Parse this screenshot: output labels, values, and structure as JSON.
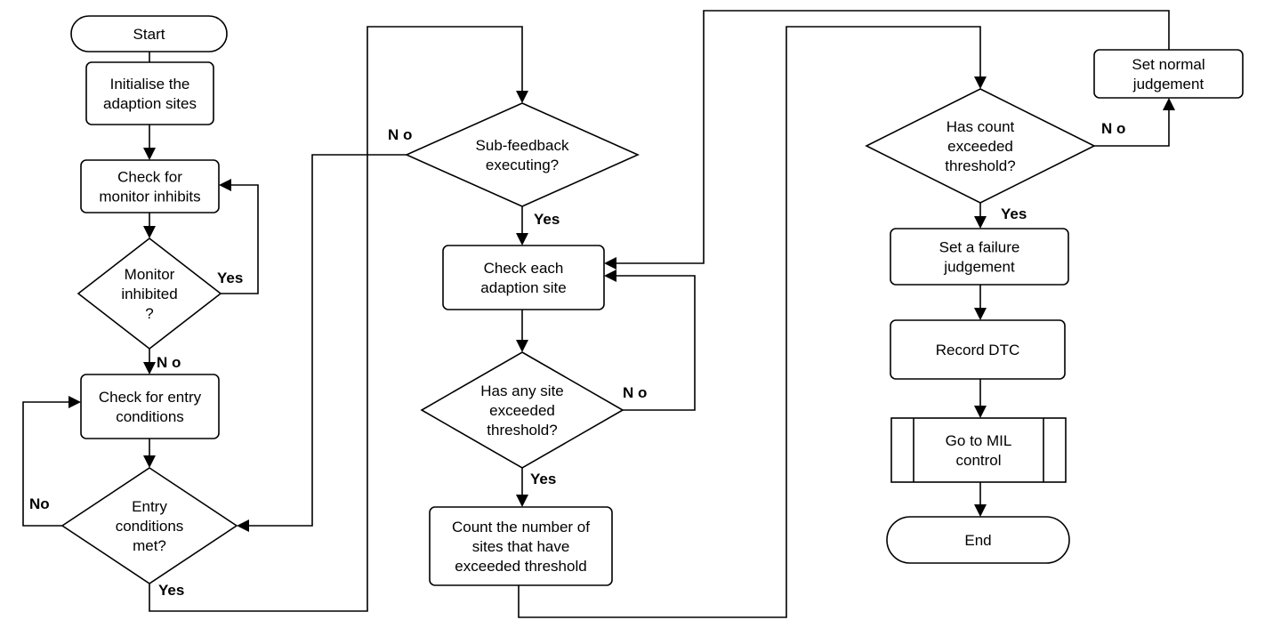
{
  "diagram": {
    "nodes": {
      "start": {
        "shape": "terminator",
        "lines": [
          "Start"
        ]
      },
      "init": {
        "shape": "process",
        "lines": [
          "Initialise the",
          "adaption sites"
        ]
      },
      "check_inhibits": {
        "shape": "process",
        "lines": [
          "Check for",
          "monitor inhibits"
        ]
      },
      "monitor_inhibited": {
        "shape": "decision",
        "lines": [
          "Monitor",
          "inhibited",
          "?"
        ]
      },
      "check_entry": {
        "shape": "process",
        "lines": [
          "Check for entry",
          "conditions"
        ]
      },
      "entry_met": {
        "shape": "decision",
        "lines": [
          "Entry",
          "conditions",
          "met?"
        ]
      },
      "sub_feedback": {
        "shape": "decision",
        "lines": [
          "Sub-feedback",
          "executing?"
        ]
      },
      "check_each_site": {
        "shape": "process",
        "lines": [
          "Check each",
          "adaption site"
        ]
      },
      "any_site_exceeded": {
        "shape": "decision",
        "lines": [
          "Has any site",
          "exceeded",
          "threshold?"
        ]
      },
      "count_sites": {
        "shape": "process",
        "lines": [
          "Count the number of",
          "sites that have",
          "exceeded threshold"
        ]
      },
      "count_exceeded": {
        "shape": "decision",
        "lines": [
          "Has count",
          "exceeded",
          "threshold?"
        ]
      },
      "set_normal": {
        "shape": "process",
        "lines": [
          "Set normal",
          "judgement"
        ]
      },
      "set_failure": {
        "shape": "process",
        "lines": [
          "Set a failure",
          "judgement"
        ]
      },
      "record_dtc": {
        "shape": "process",
        "lines": [
          "Record DTC"
        ]
      },
      "go_mil": {
        "shape": "subprocess",
        "lines": [
          "Go to MIL",
          "control"
        ]
      },
      "end": {
        "shape": "terminator",
        "lines": [
          "End"
        ]
      }
    },
    "edge_labels": {
      "inhibited_yes": "Yes",
      "inhibited_no": "N o",
      "entry_no": "No",
      "entry_yes": "Yes",
      "sub_no": "N o",
      "sub_yes": "Yes",
      "site_no": "N o",
      "site_yes": "Yes",
      "count_no": "N o",
      "count_yes": "Yes"
    }
  }
}
